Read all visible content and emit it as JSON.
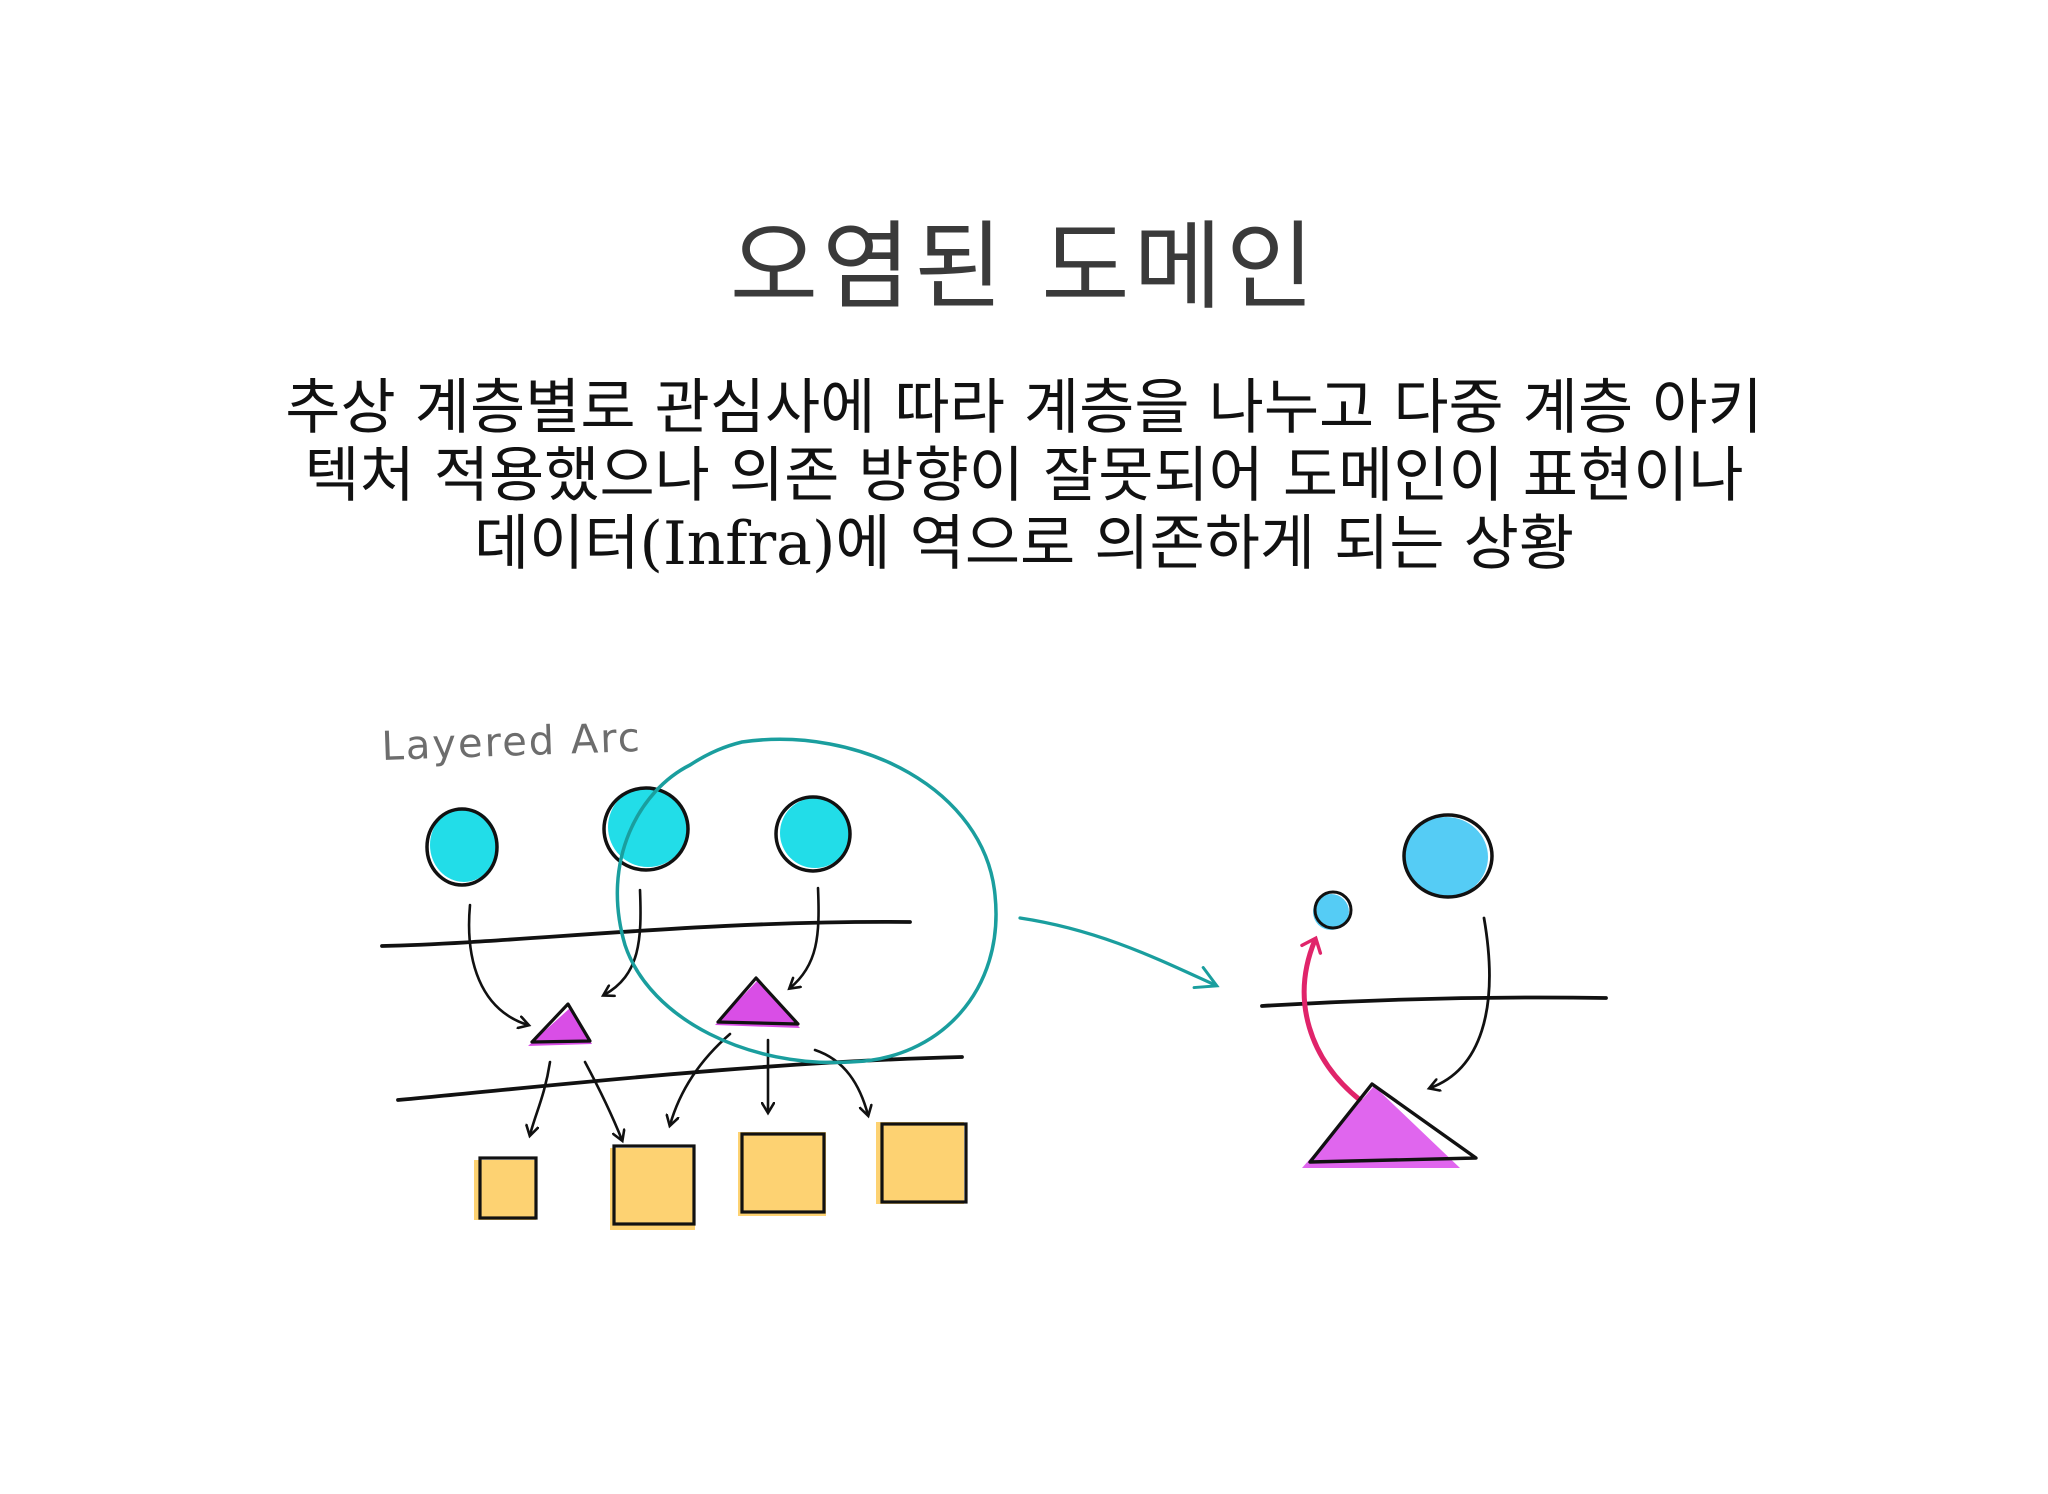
{
  "slide": {
    "title": "오염된 도메인",
    "description_lines": [
      "추상 계층별로 관심사에 따라 계층을 나누고 다중 계층 아키",
      "텍처 적용했으나 의존 방향이 잘못되어 도메인이 표현이나",
      "데이터(Infra)에 역으로 의존하게 되는 상황"
    ]
  },
  "diagram": {
    "label": "Layered Arc",
    "colors": {
      "ink": "#111111",
      "circle_fill": "#22dde8",
      "circle_fill_light": "#55ccf5",
      "triangle_fill": "#d94ee6",
      "triangle_fill_light": "#e066ee",
      "square_fill": "#fdd272",
      "highlight_circle": "#1a9e9e",
      "reverse_arrow": "#e0246a",
      "label_gray": "#6d6d6d"
    }
  }
}
